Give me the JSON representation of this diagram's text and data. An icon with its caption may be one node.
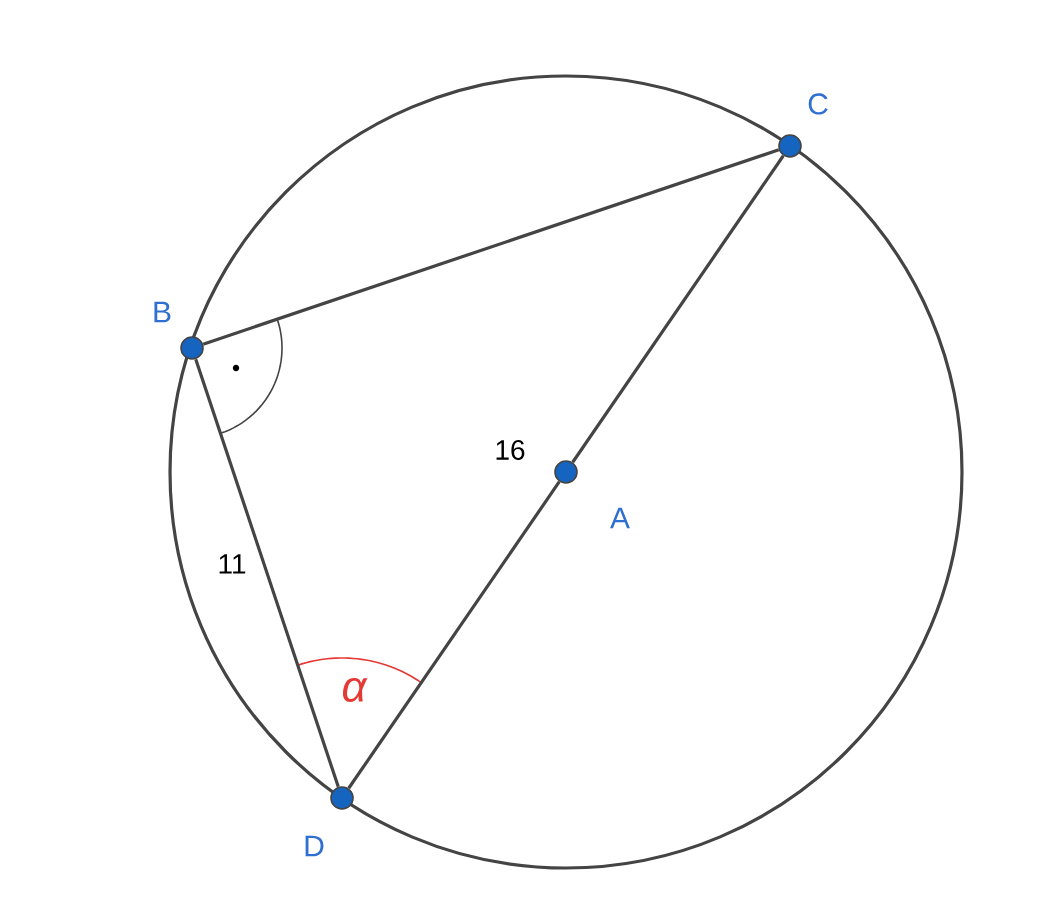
{
  "diagram": {
    "nodes": [
      {
        "text": [],
        "shape": "circle",
        "beside": [
          "C"
        ]
      },
      {
        "text": [],
        "shape": "circle",
        "beside": [
          "B"
        ]
      },
      {
        "text": [],
        "shape": "circle",
        "beside": [
          "A"
        ]
      },
      {
        "text": [],
        "shape": "circle",
        "beside": [
          "D"
        ]
      }
    ],
    "edges": [
      {
        "from": 1,
        "to": 0,
        "arrow": "none"
      },
      {
        "from": 0,
        "to": 2,
        "arrow": "none"
      },
      {
        "from": 2,
        "to": 3,
        "arrow": "none"
      },
      {
        "from": 1,
        "to": 3,
        "arrow": "none"
      }
    ],
    "labels": [
      "16",
      "11",
      "α"
    ]
  }
}
